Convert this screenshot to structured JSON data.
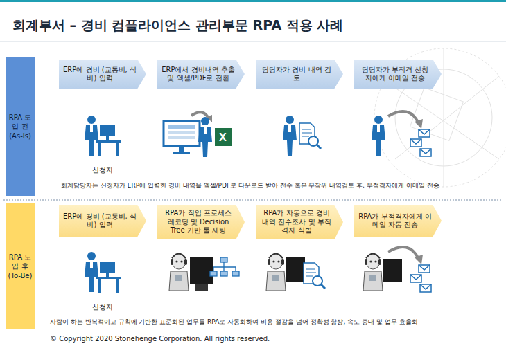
{
  "diagram": {
    "title": "회계부서 – 경비 컴플라이언스 관리부문 RPA 적용 사례",
    "nodes": [
      {
        "text": [
          "RPA 도입 전 (As-Is)"
        ]
      },
      {
        "text": [
          "ERP에 경비 (교통비, 식비) 입력"
        ]
      },
      {
        "text": [
          "ERP에서 경비내역 추출 및 엑셀/PDF로 전환"
        ]
      },
      {
        "text": [
          "담당자가 경비 내역 검토"
        ]
      },
      {
        "text": [
          "담당자가 부적격 신청자에게 이메일 전송"
        ]
      },
      {
        "text": [
          "RPA 도입 후 (To-Be)"
        ]
      },
      {
        "text": [
          "ERP에 경비 (교통비, 식비) 입력"
        ]
      },
      {
        "text": [
          "RPA가 작업 프로세스 레코딩 및 Decision Tree 기반 룰 세팅"
        ]
      },
      {
        "text": [
          "RPA가 자동으로 경비 내역 전수조사 및 부적격자 식별"
        ]
      },
      {
        "text": [
          "RPA가 부적격자에게 이메일 자동 전송"
        ]
      }
    ],
    "labels": [
      "신청자",
      "회계담당자는 신청자가 ERP에 입력한 경비 내역을 엑셀/PDF로 다운로드 받아 전수 혹은 무작위 내역검토 후, 부적격자에게 이메일 전송",
      "신청자",
      "사람이 하는 반복적이고 규칙에 기반한 표준화된 업무를 RPA로 자동화하여 비용 절감을 넘어 정확성 향상, 속도 증대 및 업무 효율화",
      "© Copyright 2020 Stonehenge Corporation. All rights reserved."
    ]
  }
}
